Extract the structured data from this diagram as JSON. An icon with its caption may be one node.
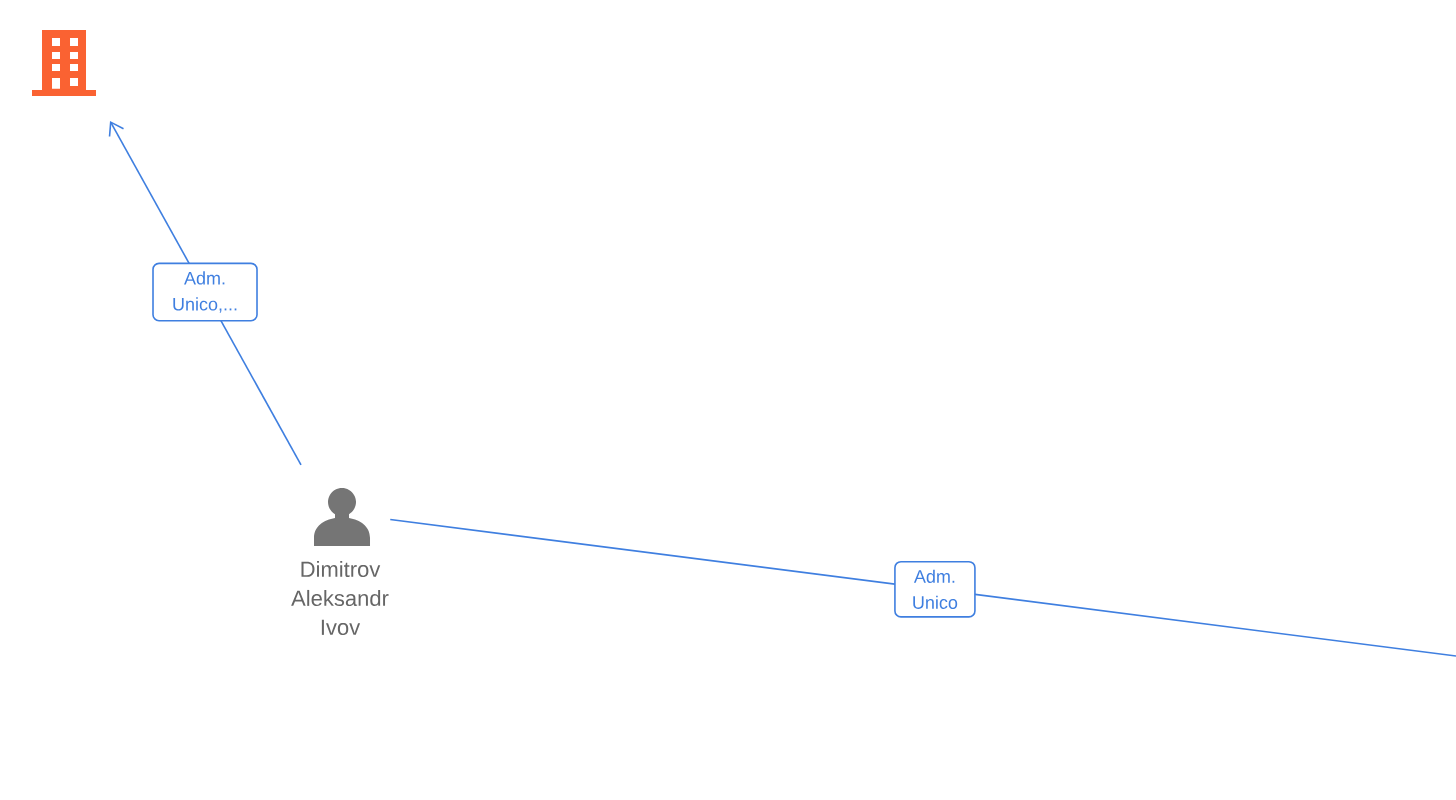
{
  "diagram": {
    "nodes": [
      {
        "text": [],
        "shape": "building"
      },
      {
        "text": [
          "Dimitrov Aleksandr Ivov"
        ]
      }
    ],
    "edges": [
      {
        "from": 1,
        "to": 0,
        "arrow": "to",
        "label": "Adm. Unico,..."
      },
      {
        "from": 1,
        "to": null,
        "arrow": "none",
        "label": "Adm. Unico"
      }
    ]
  }
}
